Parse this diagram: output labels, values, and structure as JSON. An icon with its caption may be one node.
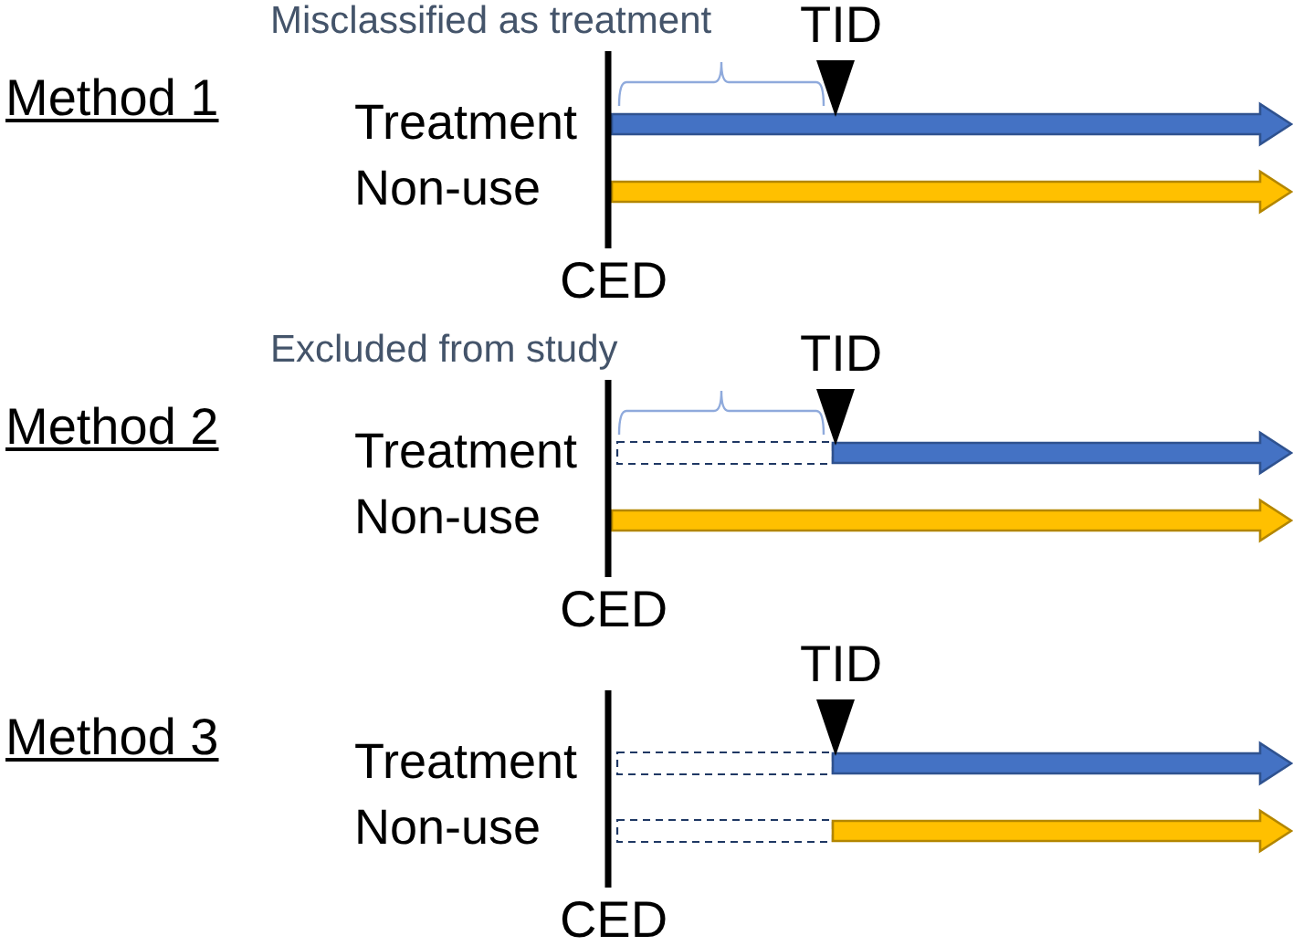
{
  "diagram": {
    "labels": [
      "Misclassified as treatment",
      "TID",
      "Method 1",
      "Treatment",
      "Non-use",
      "CED",
      "Excluded from study",
      "TID",
      "Method 2",
      "Treatment",
      "Non-use",
      "CED",
      "TID",
      "Method 3",
      "Treatment",
      "Non-use",
      "CED"
    ]
  }
}
